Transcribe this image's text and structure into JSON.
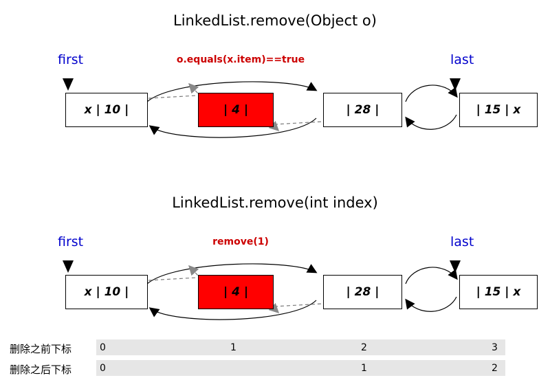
{
  "diagrams": [
    {
      "title": "LinkedList.remove(Object o)",
      "first_label": "first",
      "last_label": "last",
      "annotation": "o.equals(x.item)==true",
      "nodes": [
        {
          "text": "x | 10 |",
          "removed": false
        },
        {
          "text": "| 4 |",
          "removed": true
        },
        {
          "text": "| 28 |",
          "removed": false
        },
        {
          "text": "| 15 | x",
          "removed": false
        }
      ]
    },
    {
      "title": "LinkedList.remove(int index)",
      "first_label": "first",
      "last_label": "last",
      "annotation": "remove(1)",
      "nodes": [
        {
          "text": "x | 10 |",
          "removed": false
        },
        {
          "text": "| 4 |",
          "removed": true
        },
        {
          "text": "| 28 |",
          "removed": false
        },
        {
          "text": "| 15 | x",
          "removed": false
        }
      ]
    }
  ],
  "index_table": {
    "rows": [
      {
        "label": "删除之前下标",
        "values": [
          "0",
          "1",
          "2",
          "3"
        ]
      },
      {
        "label": "删除之后下标",
        "values": [
          "0",
          "",
          "1",
          "2"
        ]
      }
    ]
  },
  "colors": {
    "label_blue": "#0000cc",
    "annotation_red": "#cc0000",
    "removed_fill": "#ff0000",
    "index_row_bg": "#e6e6e6"
  }
}
